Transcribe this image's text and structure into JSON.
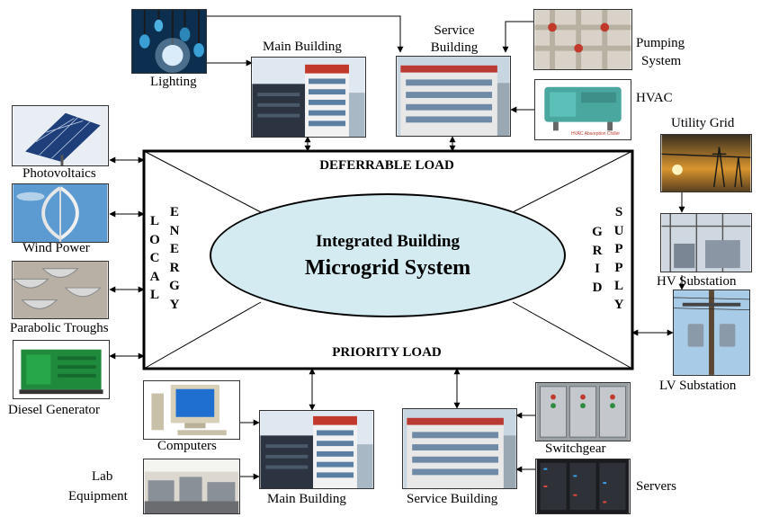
{
  "center": {
    "line1": "Integrated Building",
    "line2": "Microgrid System"
  },
  "load_labels": {
    "top": "DEFERRABLE LOAD",
    "bottom": "PRIORITY LOAD"
  },
  "side_labels": {
    "left_a": "LOCAL",
    "left_b": "ENERGY",
    "right_a": "GRID",
    "right_b": "SUPPLY"
  },
  "top_items": {
    "lighting": "Lighting",
    "main_building": "Main Building",
    "service_building_1": "Service",
    "service_building_2": "Building",
    "pumping_1": "Pumping",
    "pumping_2": "System",
    "hvac": "HVAC",
    "hvac_plate": "HVAC Absorption Chiller"
  },
  "left_items": {
    "photovoltaics": "Photovoltaics",
    "wind": "Wind Power",
    "parabolic": "Parabolic Troughs",
    "diesel": "Diesel Generator"
  },
  "right_items": {
    "utility_grid": "Utility Grid",
    "hv_substation": "HV Substation",
    "lv_substation": "LV Substation"
  },
  "bottom_items": {
    "computers": "Computers",
    "lab_1": "Lab",
    "lab_2": "Equipment",
    "main_building": "Main Building",
    "service_building": "Service Building",
    "switchgear": "Switchgear",
    "servers": "Servers"
  },
  "colors": {
    "ellipse_fill": "#d4ebf2",
    "frame": "#000000",
    "sky": "#8fb8dc"
  }
}
